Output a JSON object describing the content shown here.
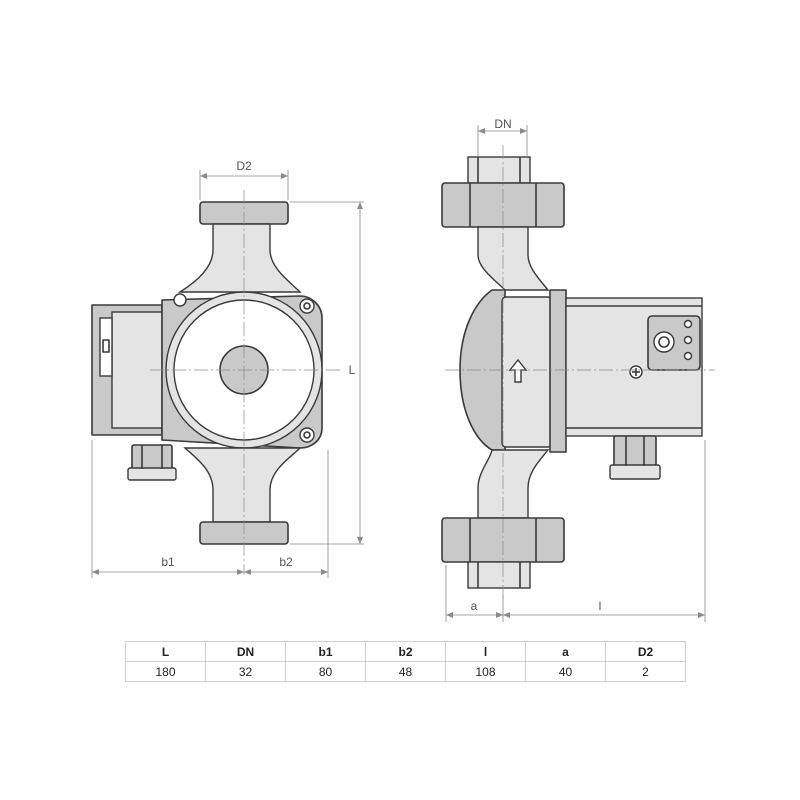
{
  "dimension_labels": {
    "left_view": {
      "D2": "D2",
      "L": "L",
      "b1": "b1",
      "b2": "b2"
    },
    "right_view": {
      "DN": "DN",
      "a": "a",
      "l": "l"
    }
  },
  "spec_table": {
    "headers": [
      "L",
      "DN",
      "b1",
      "b2",
      "l",
      "a",
      "D2"
    ],
    "values": [
      "180",
      "32",
      "80",
      "48",
      "108",
      "40",
      "2"
    ]
  }
}
